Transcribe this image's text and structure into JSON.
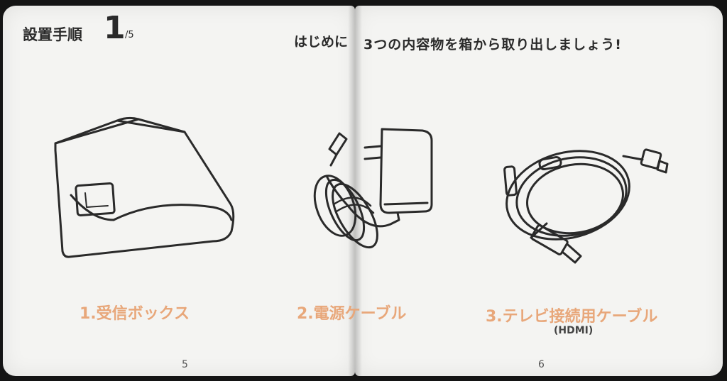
{
  "header": {
    "step_label": "設置手順",
    "step_number": "1",
    "step_total": "/5",
    "intro_left": "はじめに",
    "intro_right": "3つの内容物を箱から取り出しましょう!"
  },
  "items": [
    {
      "label": "1.受信ボックス",
      "icon": "receiver-box-icon"
    },
    {
      "label": "2.電源ケーブル",
      "icon": "power-adapter-icon"
    },
    {
      "label": "3.テレビ接続用ケーブル",
      "sublabel": "(HDMI)",
      "icon": "hdmi-cable-icon"
    }
  ],
  "page_numbers": {
    "left": "5",
    "right": "6"
  },
  "colors": {
    "accent": "#e8a77a",
    "text": "#2a2a2a",
    "paper": "#f4f4f2"
  }
}
